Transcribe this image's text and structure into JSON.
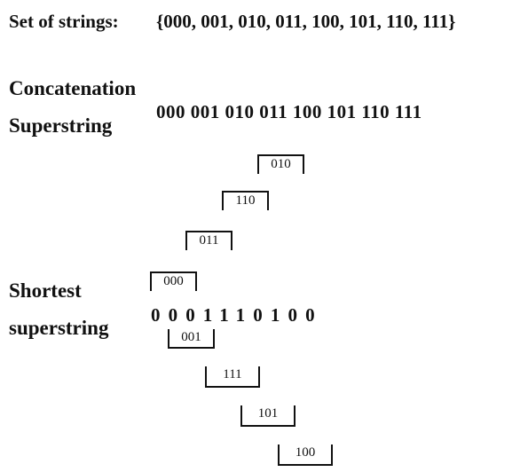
{
  "header": {
    "label": "Set of strings:",
    "set": "{000, 001, 010, 011, 100, 101, 110, 111}"
  },
  "concatenation": {
    "label_line1": "Concatenation",
    "label_line2": "Superstring",
    "value": "000 001 010 011 100 101 110 111"
  },
  "shortest": {
    "label_line1": "Shortest",
    "label_line2": "superstring",
    "sequence": "0001110100"
  },
  "overlaps_above": [
    "010",
    "110",
    "011",
    "000"
  ],
  "overlaps_below": [
    "001",
    "111",
    "101",
    "100"
  ]
}
